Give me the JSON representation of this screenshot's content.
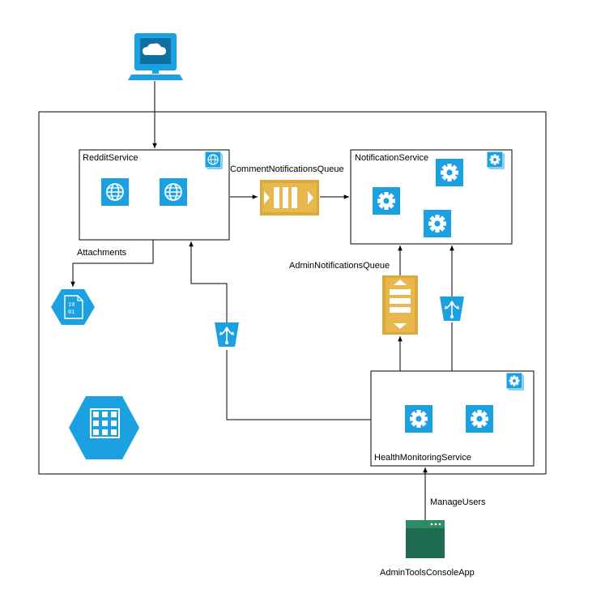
{
  "labels": {
    "reddit_service": "RedditService",
    "notification_service": "NotificationService",
    "health_monitoring_service": "HealthMonitoringService",
    "comment_notifications_queue": "CommentNotificationsQueue",
    "admin_notifications_queue": "AdminNotificationsQueue",
    "attachments": "Attachments",
    "manage_users": "ManageUsers",
    "admin_tools_console_app": "AdminToolsConsoleApp"
  },
  "colors": {
    "azure_blue": "#1ba1e2",
    "queue_gold": "#d9a93f",
    "console_green": "#1e6b4f",
    "line": "#000000"
  },
  "icons": [
    "monitor-cloud-icon",
    "web-role-icon",
    "worker-role-icon",
    "queue-icon",
    "blob-storage-icon",
    "load-balancer-icon",
    "table-storage-icon",
    "console-app-icon"
  ]
}
